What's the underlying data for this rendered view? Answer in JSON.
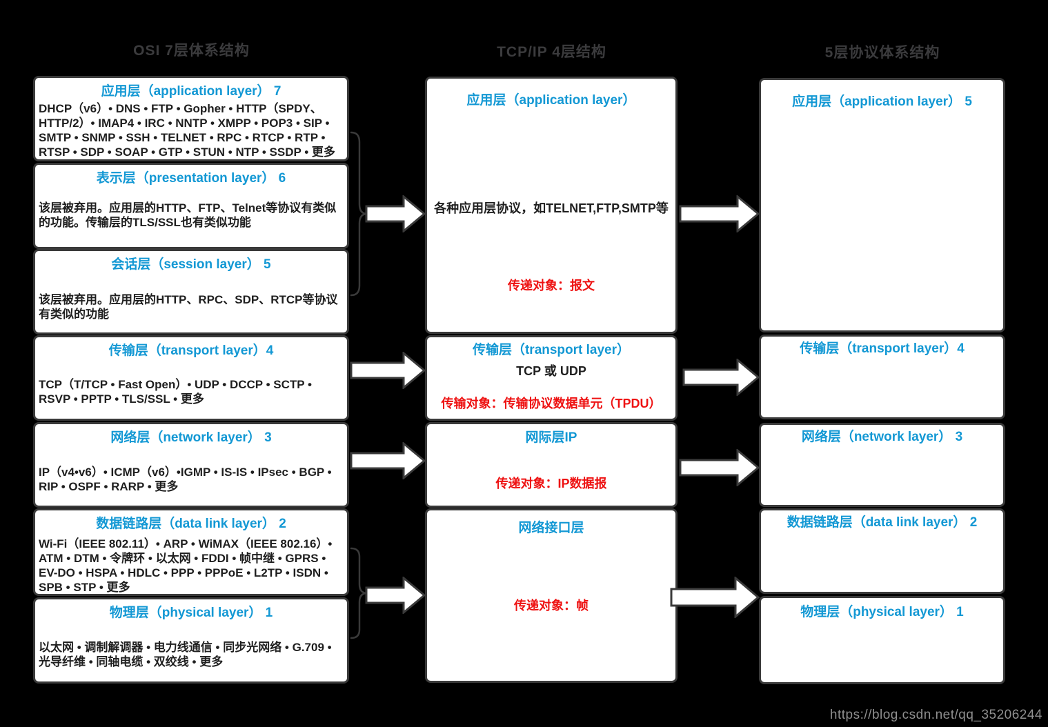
{
  "headers": {
    "osi": "OSI 7层体系结构",
    "tcpip": "TCP/IP 4层结构",
    "five": "5层协议体系结构"
  },
  "osi": {
    "application": {
      "title": "应用层（application layer） 7",
      "body": "DHCP（v6）• DNS • FTP • Gopher • HTTP（SPDY、HTTP/2）• IMAP4 • IRC • NNTP • XMPP • POP3 • SIP • SMTP • SNMP • SSH • TELNET • RPC • RTCP • RTP • RTSP • SDP • SOAP • GTP • STUN • NTP • SSDP • 更多"
    },
    "presentation": {
      "title": "表示层（presentation layer） 6",
      "body": "该层被弃用。应用层的HTTP、FTP、Telnet等协议有类似的功能。传输层的TLS/SSL也有类似功能"
    },
    "session": {
      "title": "会话层（session layer） 5",
      "body": "该层被弃用。应用层的HTTP、RPC、SDP、RTCP等协议有类似的功能"
    },
    "transport": {
      "title": "传输层（transport layer）4",
      "body": "TCP（T/TCP • Fast Open）• UDP • DCCP • SCTP • RSVP • PPTP • TLS/SSL • 更多"
    },
    "network": {
      "title": "网络层（network layer） 3",
      "body": "IP（v4•v6）• ICMP（v6）•IGMP • IS-IS • IPsec • BGP • RIP • OSPF • RARP • 更多"
    },
    "datalink": {
      "title": "数据链路层（data link layer） 2",
      "body": "Wi-Fi（IEEE 802.11）• ARP • WiMAX（IEEE 802.16）• ATM • DTM • 令牌环 • 以太网 • FDDI • 帧中继 • GPRS • EV-DO • HSPA • HDLC • PPP • PPPoE • L2TP • ISDN • SPB • STP • 更多"
    },
    "physical": {
      "title": "物理层（physical layer） 1",
      "body": "以太网 • 调制解调器 • 电力线通信 • 同步光网络 • G.709 • 光导纤维 • 同轴电缆 • 双绞线 • 更多"
    }
  },
  "tcpip": {
    "application": {
      "title": "应用层（application layer）",
      "note": "各种应用层协议，如TELNET,FTP,SMTP等",
      "object": "传递对象：报文"
    },
    "transport": {
      "title": "传输层（transport layer）",
      "note": "TCP 或 UDP",
      "object": "传输对象：传输协议数据单元（TPDU）"
    },
    "internet": {
      "title": "网际层IP",
      "object": "传递对象：IP数据报"
    },
    "netif": {
      "title": "网络接口层",
      "object": "传递对象：帧"
    }
  },
  "five": {
    "application": {
      "title": "应用层（application layer） 5"
    },
    "transport": {
      "title": "传输层（transport layer）4"
    },
    "network": {
      "title": "网络层（network layer） 3"
    },
    "datalink": {
      "title": "数据链路层（data link layer） 2"
    },
    "physical": {
      "title": "物理层（physical layer） 1"
    }
  },
  "colors": {
    "accent_blue": "#1398d4",
    "accent_red": "#ee1111",
    "header_gray": "#3b3b3d",
    "border": "#3a3a3a"
  },
  "watermark": "https://blog.csdn.net/qq_35206244"
}
